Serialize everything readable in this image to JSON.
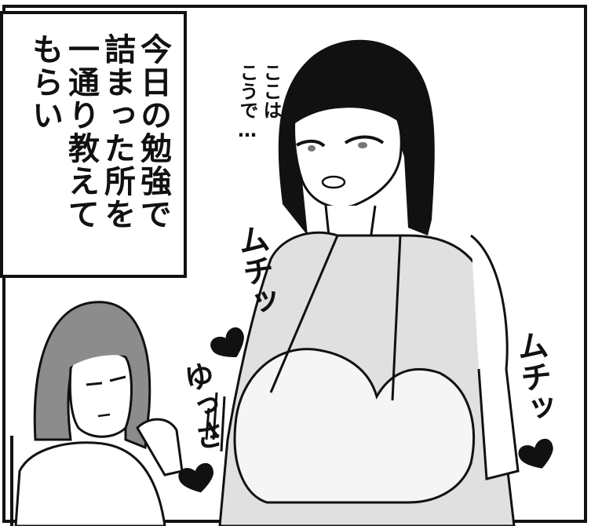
{
  "narration": {
    "text": "今日の勉強で\n詰まった所を\n一通り教えて\nもらい"
  },
  "speech": {
    "whisper": "ここは\nこうで…"
  },
  "sfx": {
    "muchi_1": "ムチッ",
    "muchi_2": "ムチッ",
    "yussa": "ゆっさ"
  },
  "colors": {
    "ink": "#111111",
    "paper": "#ffffff",
    "hair_gray": "#8c8c8c",
    "shade": "#c8c8c8"
  }
}
